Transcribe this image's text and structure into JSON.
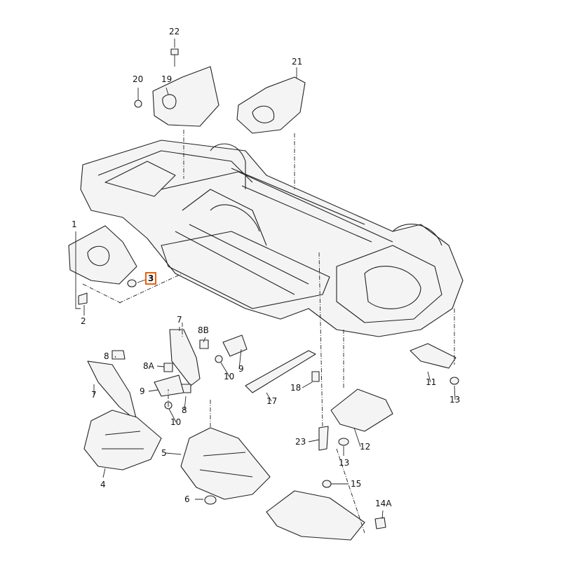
{
  "diagram": {
    "highlight_color": "#e8600f",
    "labels": [
      "22",
      "20",
      "19",
      "21",
      "1",
      "3",
      "2",
      "7",
      "8B",
      "8",
      "8A",
      "9",
      "10",
      "7",
      "9",
      "8",
      "10",
      "18",
      "17",
      "11",
      "13",
      "5",
      "4",
      "6",
      "23",
      "12",
      "13",
      "15",
      "14A"
    ],
    "highlighted": "3"
  }
}
